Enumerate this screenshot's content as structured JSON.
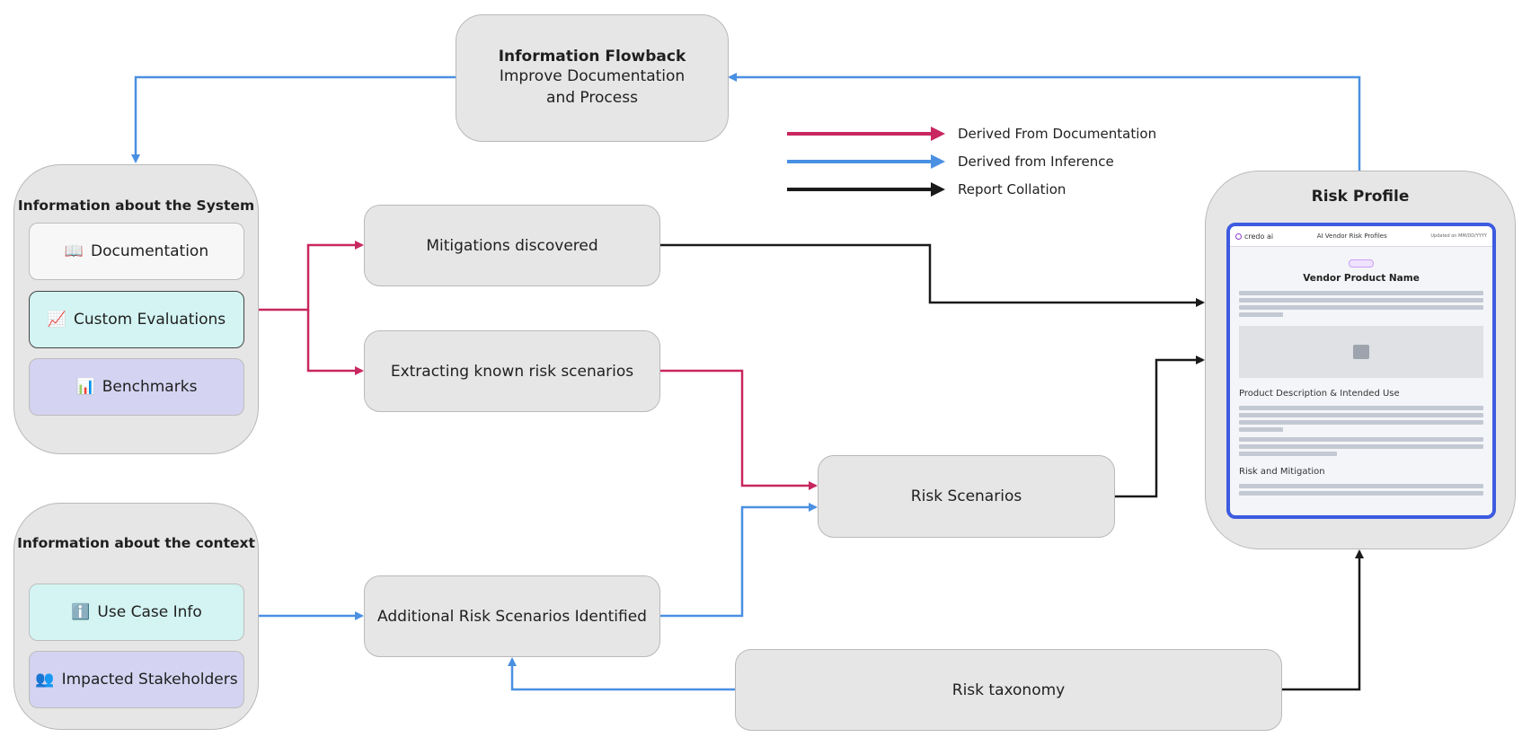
{
  "flowback": {
    "title": "Information Flowback",
    "subtitle": "Improve Documentation and Process"
  },
  "legend": [
    {
      "label": "Derived From Documentation",
      "color": "#c8275f"
    },
    {
      "label": "Derived from Inference",
      "color": "#4a90e2"
    },
    {
      "label": "Report Collation",
      "color": "#1a1a1a"
    }
  ],
  "system_group": {
    "title": "Information about the System",
    "items": [
      {
        "icon": "book-icon",
        "glyph": "📖",
        "label": "Documentation",
        "color": "#f7f7f7"
      },
      {
        "icon": "chart-up-icon",
        "glyph": "📈",
        "label": "Custom Evaluations",
        "color": "#d3f4f2"
      },
      {
        "icon": "bar-chart-icon",
        "glyph": "📊",
        "label": "Benchmarks",
        "color": "#d4d3f1"
      }
    ]
  },
  "context_group": {
    "title": "Information about the context",
    "items": [
      {
        "icon": "info-icon",
        "glyph": "ℹ️",
        "label": "Use Case Info",
        "color": "#d3f4f2"
      },
      {
        "icon": "people-icon",
        "glyph": "👥",
        "label": "Impacted Stakeholders",
        "color": "#d4d3f1"
      }
    ]
  },
  "nodes": {
    "mitigations": "Mitigations discovered",
    "extracting": "Extracting known risk scenarios",
    "additional": "Additional Risk Scenarios Identified",
    "risk_scenarios": "Risk Scenarios",
    "taxonomy": "Risk taxonomy"
  },
  "risk_profile": {
    "title": "Risk Profile",
    "report": {
      "logo": "credo ai",
      "header_title": "AI Vendor Risk Profiles",
      "updated": "Updated on MM/DD/YYYY",
      "product_name": "Vendor Product Name",
      "section_1": "Product Description & Intended Use",
      "section_2": "Risk and Mitigation"
    }
  }
}
